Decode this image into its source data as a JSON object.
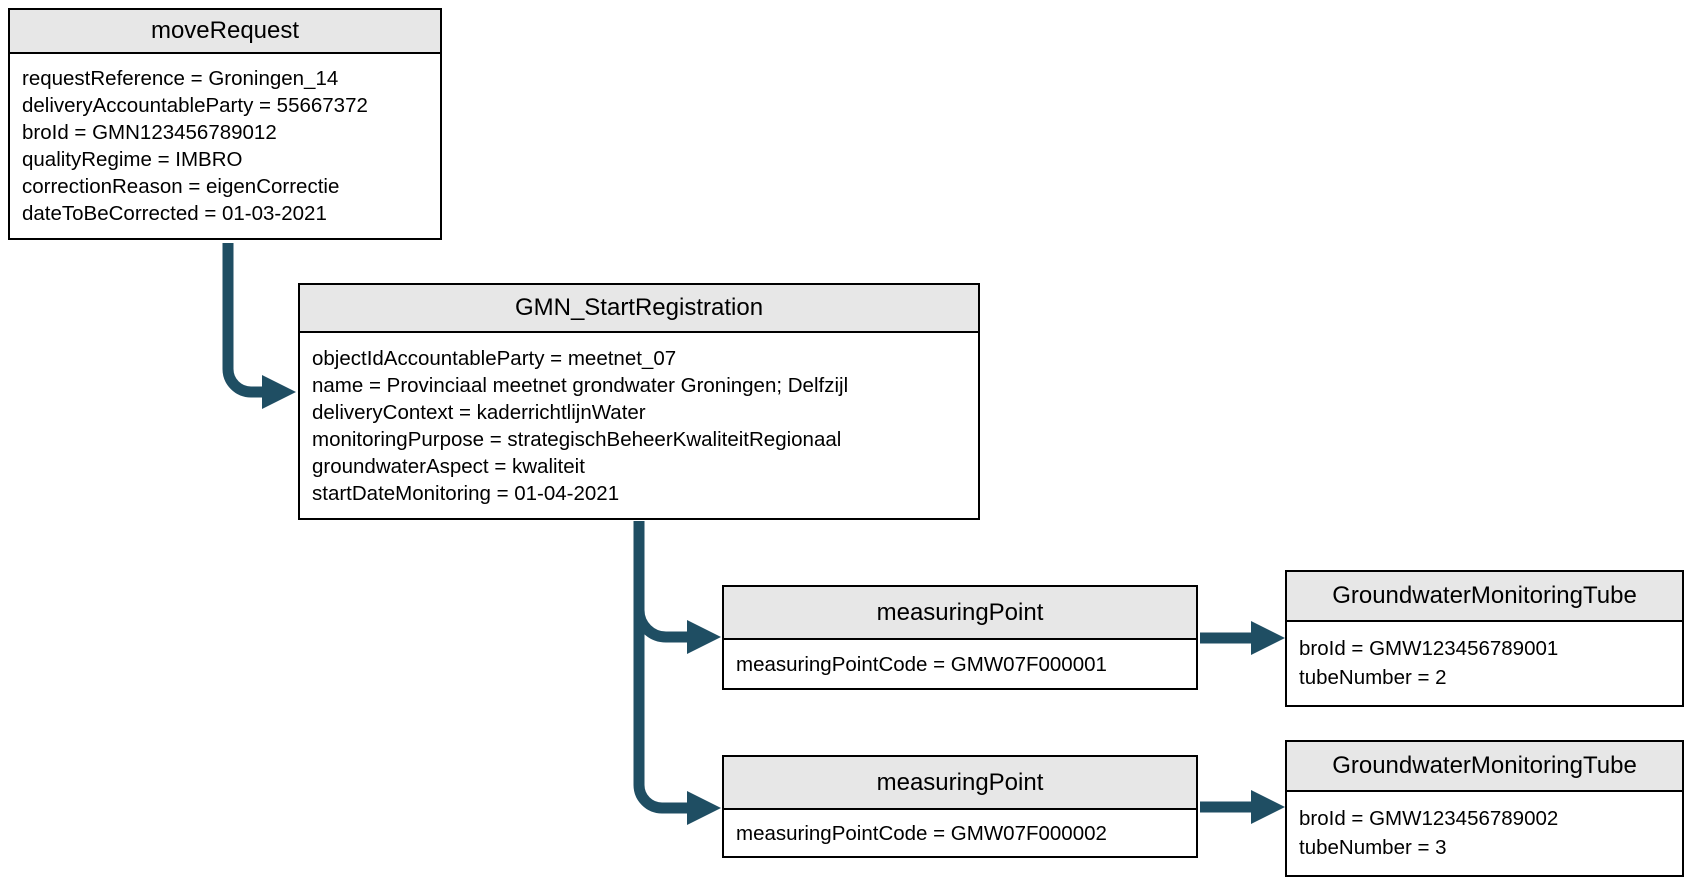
{
  "colors": {
    "arrow": "#1f4e63",
    "header_fill": "#e7e7e7",
    "border": "#000000",
    "background": "#ffffff"
  },
  "nodes": [
    {
      "title": "moveRequest",
      "attributes": [
        "requestReference = Groningen_14",
        "deliveryAccountableParty = 55667372",
        "broId = GMN123456789012",
        "qualityRegime = IMBRO",
        "correctionReason = eigenCorrectie",
        "dateToBeCorrected = 01-03-2021"
      ]
    },
    {
      "title": "GMN_StartRegistration",
      "attributes": [
        "objectIdAccountableParty = meetnet_07",
        "name = Provinciaal meetnet grondwater Groningen; Delfzijl",
        "deliveryContext = kaderrichtlijnWater",
        "monitoringPurpose = strategischBeheerKwaliteitRegionaal",
        "groundwaterAspect = kwaliteit",
        "startDateMonitoring = 01-04-2021"
      ]
    },
    {
      "title": "measuringPoint",
      "attributes": [
        "measuringPointCode = GMW07F000001"
      ]
    },
    {
      "title": "GroundwaterMonitoringTube",
      "attributes": [
        "broId = GMW123456789001",
        "tubeNumber = 2"
      ]
    },
    {
      "title": "measuringPoint",
      "attributes": [
        "measuringPointCode = GMW07F000002"
      ]
    },
    {
      "title": "GroundwaterMonitoringTube",
      "attributes": [
        "broId = GMW123456789002",
        "tubeNumber = 3"
      ]
    }
  ],
  "edges": [
    {
      "from": "moveRequest",
      "to": "GMN_StartRegistration"
    },
    {
      "from": "GMN_StartRegistration",
      "to": "measuringPoint (GMW07F000001)"
    },
    {
      "from": "GMN_StartRegistration",
      "to": "measuringPoint (GMW07F000002)"
    },
    {
      "from": "measuringPoint (GMW07F000001)",
      "to": "GroundwaterMonitoringTube (GMW123456789001)"
    },
    {
      "from": "measuringPoint (GMW07F000002)",
      "to": "GroundwaterMonitoringTube (GMW123456789002)"
    }
  ]
}
